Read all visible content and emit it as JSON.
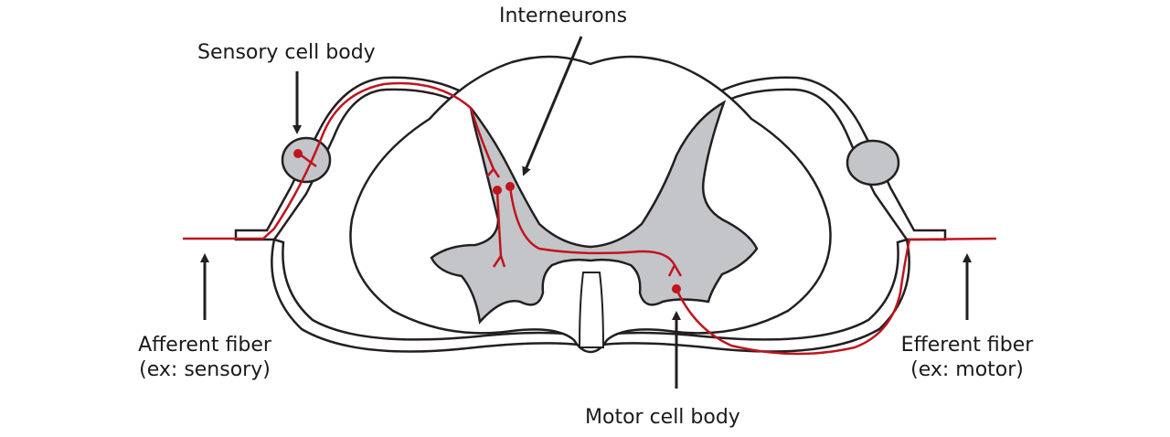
{
  "labels": {
    "interneurons": "Interneurons",
    "sensory_cell_body": "Sensory cell body",
    "afferent_line1": "Afferent fiber",
    "afferent_line2": "(ex: sensory)",
    "efferent_line1": "Efferent fiber",
    "efferent_line2": "(ex: motor)",
    "motor_cell_body": "Motor cell body"
  },
  "colors": {
    "outline": "#231f20",
    "gray_matter": "#c4c5c8",
    "neuron": "#c0141e",
    "background": "#ffffff"
  }
}
